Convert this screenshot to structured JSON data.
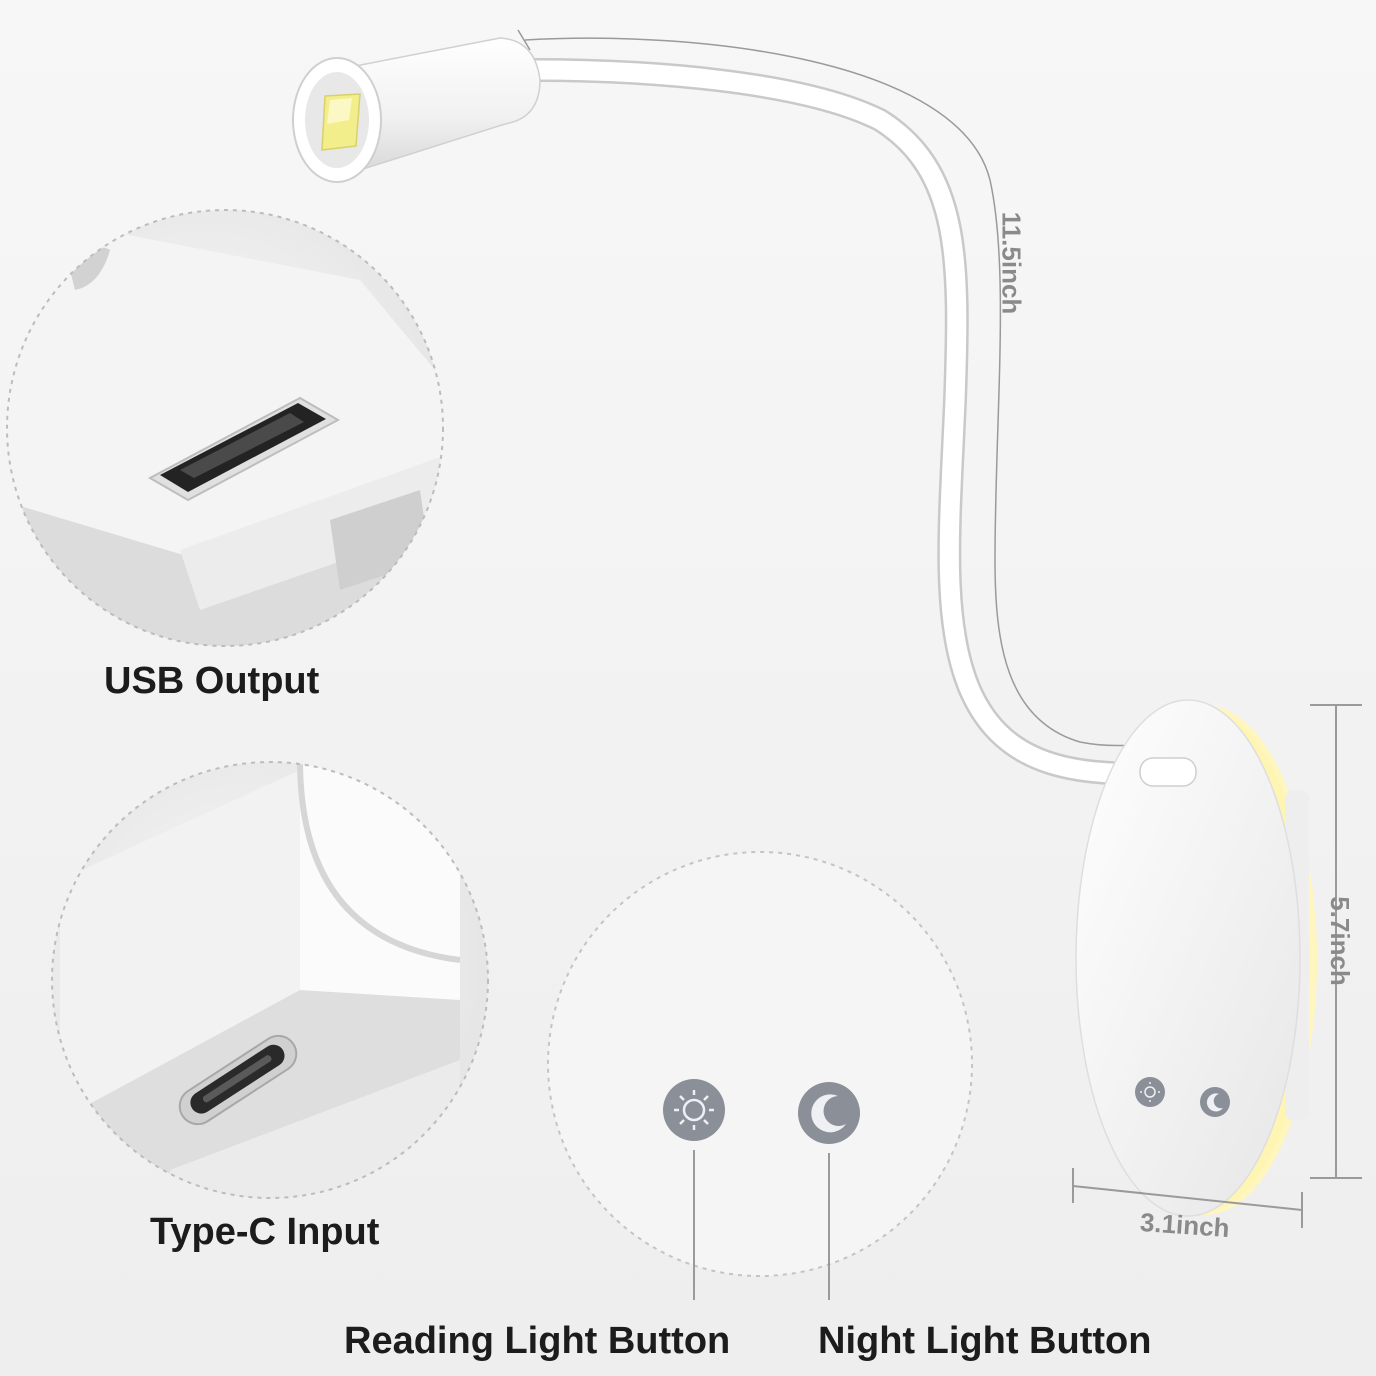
{
  "callouts": {
    "usb_output": "USB Output",
    "type_c_input": "Type-C Input",
    "reading_light_button": "Reading Light Button",
    "night_light_button": "Night Light Button"
  },
  "dimensions": {
    "arm_length": "11.5inch",
    "base_height": "5.7inch",
    "base_width": "3.1inch"
  },
  "icons": {
    "reading": "sun-icon",
    "night": "moon-icon"
  },
  "colors": {
    "background": "#f3f3f3",
    "lamp_white": "#ffffff",
    "glow": "#fff6b8",
    "led": "#f3ee8c",
    "button": "#8a8f98"
  }
}
